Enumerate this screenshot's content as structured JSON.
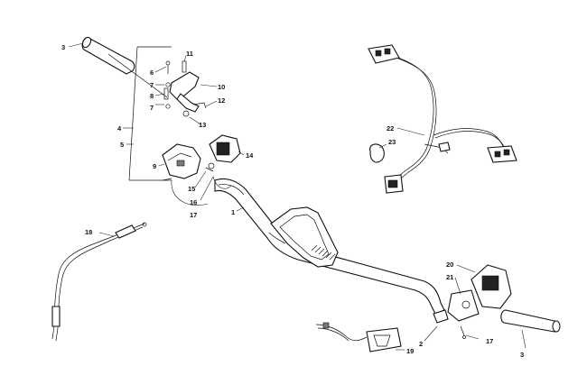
{
  "diagram": {
    "callouts": {
      "c1": "1",
      "c2": "2",
      "c3a": "3",
      "c3b": "3",
      "c4": "4",
      "c5": "5",
      "c6": "6",
      "c7a": "7",
      "c7b": "7",
      "c8": "8",
      "c9": "9",
      "c10": "10",
      "c11": "11",
      "c12": "12",
      "c13": "13",
      "c14": "14",
      "c15": "15",
      "c16": "16",
      "c17a": "17",
      "c17b": "17",
      "c18": "18",
      "c19": "19",
      "c20": "20",
      "c21": "21",
      "c22": "22",
      "c23": "23"
    },
    "colors": {
      "ink": "#111111",
      "background": "#ffffff"
    }
  }
}
